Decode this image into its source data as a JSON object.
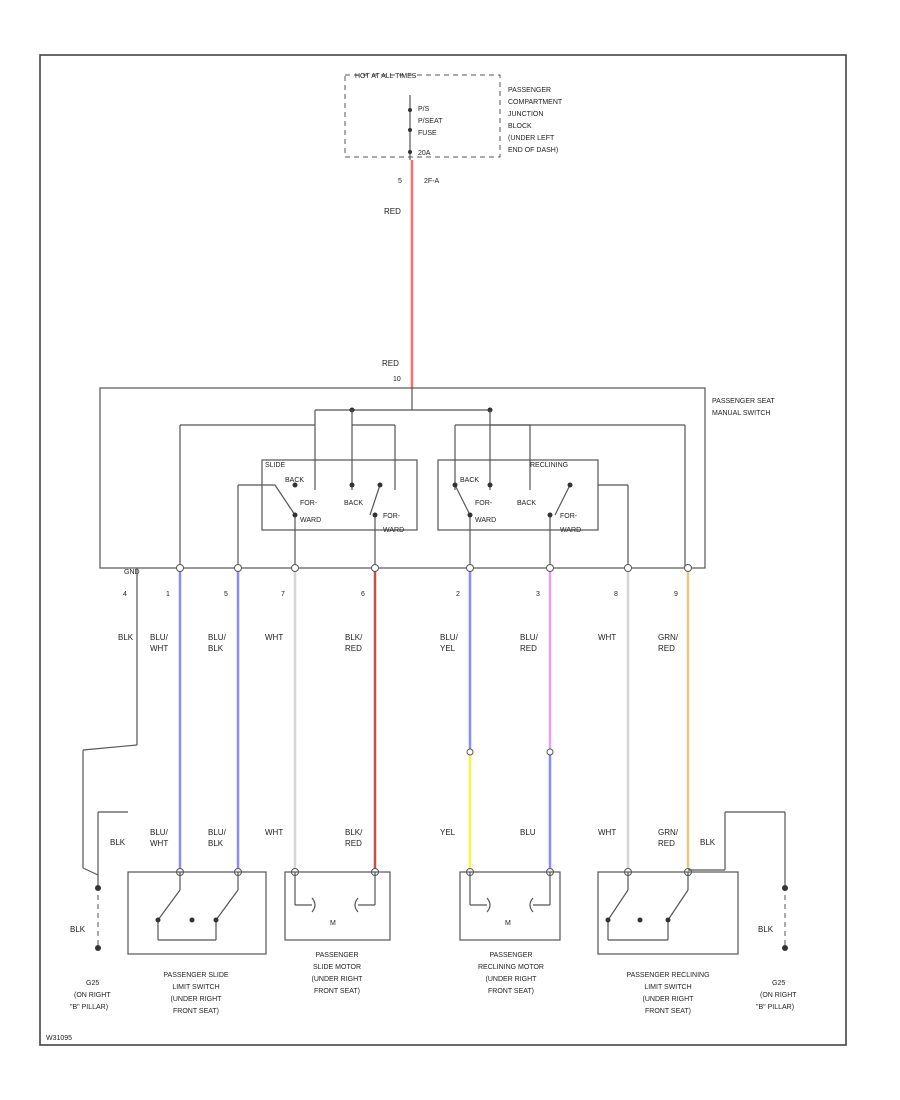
{
  "colors": {
    "red": "#ff6b6b",
    "blue": "#8a8cf2",
    "black": "#666666",
    "white": "#d6d6d6",
    "yellow": "#f5f544",
    "pink": "#e6a0e6",
    "orange": "#e8c68a",
    "darkred": "#c45050"
  },
  "fuse": {
    "header": "HOT AT ALL TIMES",
    "lines": [
      "P/S",
      "P/SEAT",
      "FUSE",
      "20A"
    ],
    "pin": "5",
    "connector": "2F-A"
  },
  "junction_block": {
    "lines": [
      "PASSENGER",
      "COMPARTMENT",
      "JUNCTION",
      "BLOCK",
      "(UNDER LEFT",
      "END OF DASH)"
    ]
  },
  "feed": {
    "color_top": "RED",
    "color_bottom": "RED",
    "pin": "10"
  },
  "manual_switch": {
    "lines": [
      "PASSENGER SEAT",
      "MANUAL SWITCH"
    ],
    "slide_label": "SLIDE",
    "reclining_label": "RECLINING",
    "contacts": [
      "BACK",
      "BACK",
      "FOR-",
      "WARD",
      "FOR-",
      "WARD",
      "BACK",
      "BACK",
      "FOR-",
      "WARD",
      "FOR-",
      "WARD"
    ],
    "ground_tag": "GND"
  },
  "wires": [
    {
      "pin": "4",
      "upper": [
        "BLK"
      ],
      "lower": [
        "BLK"
      ]
    },
    {
      "pin": "1",
      "upper": [
        "BLU/",
        "WHT"
      ],
      "lower": [
        "BLU/",
        "WHT"
      ]
    },
    {
      "pin": "5",
      "upper": [
        "BLU/",
        "BLK"
      ],
      "lower": [
        "BLU/",
        "BLK"
      ]
    },
    {
      "pin": "7",
      "upper": [
        "WHT"
      ],
      "lower": [
        "WHT"
      ]
    },
    {
      "pin": "6",
      "upper": [
        "BLK/",
        "RED"
      ],
      "lower": [
        "BLK/",
        "RED"
      ]
    },
    {
      "pin": "2",
      "upper": [
        "BLU/",
        "YEL"
      ],
      "lower": [
        "YEL"
      ]
    },
    {
      "pin": "3",
      "upper": [
        "BLU/",
        "RED"
      ],
      "lower": [
        "BLU"
      ]
    },
    {
      "pin": "8",
      "upper": [
        "WHT"
      ],
      "lower": [
        "WHT"
      ]
    },
    {
      "pin": "9",
      "upper": [
        "GRN/",
        "RED"
      ],
      "lower": [
        "GRN/",
        "RED"
      ]
    }
  ],
  "right_ground_wire": "BLK",
  "components": [
    {
      "lines": [
        "PASSENGER SLIDE",
        "LIMIT SWITCH",
        "(UNDER RIGHT",
        "FRONT SEAT)"
      ]
    },
    {
      "lines": [
        "PASSENGER",
        "SLIDE MOTOR",
        "(UNDER RIGHT",
        "FRONT SEAT)"
      ]
    },
    {
      "lines": [
        "PASSENGER",
        "RECLINING MOTOR",
        "(UNDER RIGHT",
        "FRONT SEAT)"
      ]
    },
    {
      "lines": [
        "PASSENGER RECLINING",
        "LIMIT SWITCH",
        "(UNDER RIGHT",
        "FRONT SEAT)"
      ]
    }
  ],
  "motor_symbol": "M",
  "grounds": [
    {
      "wire": "BLK",
      "lines": [
        "G25",
        "(ON RIGHT",
        "\"B\" PILLAR)"
      ]
    },
    {
      "wire": "BLK",
      "lines": [
        "G25",
        "(ON RIGHT",
        "\"B\" PILLAR)"
      ]
    }
  ],
  "figure_code": "W31095"
}
